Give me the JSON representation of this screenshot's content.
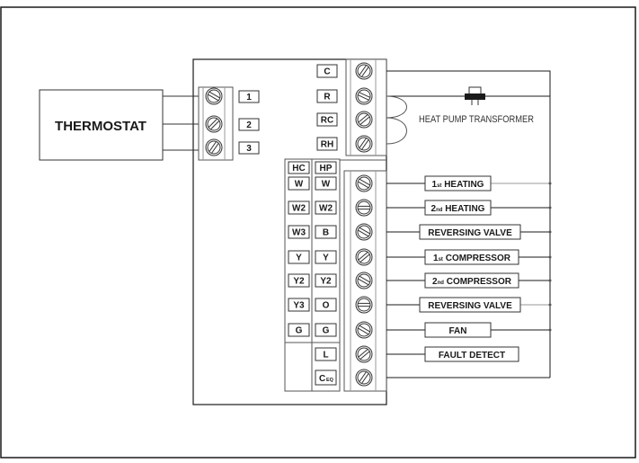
{
  "thermostat": {
    "label": "THERMOSTAT"
  },
  "thermostat_terminals": [
    "1",
    "2",
    "3"
  ],
  "power_terminals": [
    "C",
    "R",
    "RC",
    "RH"
  ],
  "transformer": {
    "label": "HEAT PUMP TRANSFORMER"
  },
  "column_headers": {
    "hc": "HC",
    "hp": "HP"
  },
  "hc_column": [
    "W",
    "W2",
    "W3",
    "Y",
    "Y2",
    "Y3",
    "G"
  ],
  "hp_column": [
    "W",
    "W2",
    "B",
    "Y",
    "Y2",
    "O",
    "G",
    "L",
    "C"
  ],
  "hp_ceq_subscript": "EQ",
  "outputs": [
    {
      "main": "1",
      "sub": "st",
      "rest": " HEATING"
    },
    {
      "main": "2",
      "sub": "nd",
      "rest": " HEATING"
    },
    {
      "main": "REVERSING VALVE",
      "sub": "",
      "rest": ""
    },
    {
      "main": "1",
      "sub": "st",
      "rest": " COMPRESSOR"
    },
    {
      "main": "2",
      "sub": "nd",
      "rest": " COMPRESSOR"
    },
    {
      "main": "REVERSING VALVE",
      "sub": "",
      "rest": ""
    },
    {
      "main": "FAN",
      "sub": "",
      "rest": ""
    },
    {
      "main": "FAULT DETECT",
      "sub": "",
      "rest": ""
    }
  ],
  "colors": {
    "line": "#1a1a1a",
    "grey_line": "#999999",
    "background": "#ffffff"
  }
}
